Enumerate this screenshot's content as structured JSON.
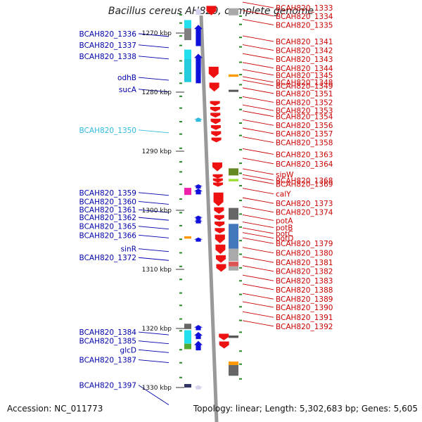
{
  "title": "Bacillus cereus AH820, complete genome",
  "footer": {
    "accession": "Accession: NC_011773",
    "summary": "Topology: linear; Length: 5,302,683 bp; Genes: 5,605"
  },
  "colors": {
    "left_label": "#0000aa",
    "right_label": "#cc0000",
    "highlight_label": "#33bbdd",
    "forward_gene": "#1010dd",
    "reverse_gene": "#ee1111",
    "backbone": "#999999",
    "tick": "#2a8a2a"
  },
  "ticks": [
    {
      "label": "1270 kbp",
      "kbp": 1270
    },
    {
      "label": "1280 kbp",
      "kbp": 1280
    },
    {
      "label": "1290 kbp",
      "kbp": 1290
    },
    {
      "label": "1300 kbp",
      "kbp": 1300
    },
    {
      "label": "1310 kbp",
      "kbp": 1310
    },
    {
      "label": "1320 kbp",
      "kbp": 1320
    },
    {
      "label": "1330 kbp",
      "kbp": 1330
    }
  ],
  "left_labels": [
    {
      "text": "BCAH820_1336",
      "kbp": 1268.2
    },
    {
      "text": "BCAH820_1337",
      "kbp": 1270.1
    },
    {
      "text": "BCAH820_1338",
      "kbp": 1272.0
    },
    {
      "text": "odhB",
      "kbp": 1275.6
    },
    {
      "text": "sucA",
      "kbp": 1277.6
    },
    {
      "text": "BCAH820_1350",
      "kbp": 1284.5,
      "highlight": true
    },
    {
      "text": "BCAH820_1359",
      "kbp": 1295.1
    },
    {
      "text": "BCAH820_1360",
      "kbp": 1296.6
    },
    {
      "text": "BCAH820_1361",
      "kbp": 1298.0
    },
    {
      "text": "BCAH820_1362",
      "kbp": 1299.3
    },
    {
      "text": "BCAH820_1365",
      "kbp": 1300.8
    },
    {
      "text": "BCAH820_1366",
      "kbp": 1302.3
    },
    {
      "text": "sinR",
      "kbp": 1304.6
    },
    {
      "text": "BCAH820_1372",
      "kbp": 1306.1
    },
    {
      "text": "BCAH820_1384",
      "kbp": 1318.7
    },
    {
      "text": "BCAH820_1385",
      "kbp": 1320.2
    },
    {
      "text": "glcD",
      "kbp": 1321.7
    },
    {
      "text": "BCAH820_1387",
      "kbp": 1323.4
    },
    {
      "text": "BCAH820_1397",
      "kbp": 1327.7
    }
  ],
  "right_labels": [
    {
      "text": "BCAH820_1333",
      "kbp": 1266.2
    },
    {
      "text": "BCAH820_1334",
      "kbp": 1267.6
    },
    {
      "text": "BCAH820_1335",
      "kbp": 1269.1
    },
    {
      "text": "BCAH820_1341",
      "kbp": 1271.9
    },
    {
      "text": "BCAH820_1342",
      "kbp": 1273.4
    },
    {
      "text": "BCAH820_1343",
      "kbp": 1274.9
    },
    {
      "text": "BCAH820_1344",
      "kbp": 1276.4
    },
    {
      "text": "BCAH820_1345",
      "kbp": 1277.6
    },
    {
      "text": "BCAH820_1348",
      "kbp": 1278.8
    },
    {
      "text": "BCAH820_1349",
      "kbp": 1279.4
    },
    {
      "text": "BCAH820_1351",
      "kbp": 1280.7
    },
    {
      "text": "BCAH820_1352",
      "kbp": 1282.2
    },
    {
      "text": "BCAH820_1353",
      "kbp": 1283.6
    },
    {
      "text": "BCAH820_1354",
      "kbp": 1284.6
    },
    {
      "text": "BCAH820_1356",
      "kbp": 1286.1
    },
    {
      "text": "BCAH820_1357",
      "kbp": 1287.5
    },
    {
      "text": "BCAH820_1358",
      "kbp": 1289.0
    },
    {
      "text": "BCAH820_1363",
      "kbp": 1291.0
    },
    {
      "text": "BCAH820_1364",
      "kbp": 1292.6
    },
    {
      "text": "sipW",
      "kbp": 1294.4
    },
    {
      "text": "BCAH820_1368",
      "kbp": 1295.4
    },
    {
      "text": "BCAH820_1369",
      "kbp": 1296.0
    },
    {
      "text": "calY",
      "kbp": 1297.7
    },
    {
      "text": "BCAH820_1373",
      "kbp": 1299.3
    },
    {
      "text": "BCAH820_1374",
      "kbp": 1300.8
    },
    {
      "text": "potA",
      "kbp": 1302.2
    },
    {
      "text": "potB",
      "kbp": 1303.4
    },
    {
      "text": "potC",
      "kbp": 1304.4
    },
    {
      "text": "potD",
      "kbp": 1305.2
    },
    {
      "text": "BCAH820_1379",
      "kbp": 1306.1
    },
    {
      "text": "BCAH820_1380",
      "kbp": 1307.7
    },
    {
      "text": "BCAH820_1381",
      "kbp": 1309.3
    },
    {
      "text": "BCAH820_1382",
      "kbp": 1310.8
    },
    {
      "text": "BCAH820_1383",
      "kbp": 1312.4
    },
    {
      "text": "BCAH820_1388",
      "kbp": 1313.9
    },
    {
      "text": "BCAH820_1389",
      "kbp": 1315.5
    },
    {
      "text": "BCAH820_1390",
      "kbp": 1316.9
    },
    {
      "text": "BCAH820_1391",
      "kbp": 1318.6
    },
    {
      "text": "BCAH820_1392",
      "kbp": 1320.1
    }
  ],
  "forward_genes": [
    {
      "start": 1265.8,
      "end": 1266.9,
      "shade": "#d4d4ee",
      "name": "forward-gene"
    },
    {
      "start": 1268.6,
      "end": 1272.2,
      "shade": "#1010dd"
    },
    {
      "start": 1273.5,
      "end": 1278.5,
      "shade": "#1010dd"
    },
    {
      "start": 1284.3,
      "end": 1284.6,
      "shade": "#33bbdd"
    },
    {
      "start": 1295.6,
      "end": 1296.2,
      "shade": "#1010dd"
    },
    {
      "start": 1296.3,
      "end": 1297.3,
      "shade": "#1010dd"
    },
    {
      "start": 1300.9,
      "end": 1301.4,
      "shade": "#1010dd"
    },
    {
      "start": 1301.5,
      "end": 1302.0,
      "shade": "#1010dd"
    },
    {
      "start": 1304.6,
      "end": 1305.2,
      "shade": "#1010dd"
    },
    {
      "start": 1319.4,
      "end": 1320.3,
      "shade": "#1010dd"
    },
    {
      "start": 1320.6,
      "end": 1321.8,
      "shade": "#1010dd"
    },
    {
      "start": 1322.1,
      "end": 1323.7,
      "shade": "#1010dd"
    },
    {
      "start": 1329.6,
      "end": 1330.0,
      "shade": "#d4d4ee"
    }
  ],
  "reverse_genes": [
    {
      "start": 1265.4,
      "end": 1267.0
    },
    {
      "start": 1275.7,
      "end": 1277.6
    },
    {
      "start": 1278.4,
      "end": 1279.9
    },
    {
      "start": 1281.5,
      "end": 1282.3
    },
    {
      "start": 1282.5,
      "end": 1283.3
    },
    {
      "start": 1283.5,
      "end": 1284.3
    },
    {
      "start": 1284.5,
      "end": 1285.4
    },
    {
      "start": 1285.6,
      "end": 1286.4
    },
    {
      "start": 1286.6,
      "end": 1287.5
    },
    {
      "start": 1287.7,
      "end": 1288.5
    },
    {
      "start": 1291.9,
      "end": 1293.4
    },
    {
      "start": 1293.9,
      "end": 1294.5
    },
    {
      "start": 1294.6,
      "end": 1295.2
    },
    {
      "start": 1295.3,
      "end": 1295.8
    },
    {
      "start": 1297.0,
      "end": 1299.3
    },
    {
      "start": 1299.5,
      "end": 1300.6
    },
    {
      "start": 1300.8,
      "end": 1301.7
    },
    {
      "start": 1301.9,
      "end": 1302.8
    },
    {
      "start": 1303.0,
      "end": 1303.9
    },
    {
      "start": 1304.1,
      "end": 1305.6
    },
    {
      "start": 1305.8,
      "end": 1307.4
    },
    {
      "start": 1307.6,
      "end": 1308.9
    },
    {
      "start": 1309.1,
      "end": 1310.4
    },
    {
      "start": 1320.9,
      "end": 1322.0
    },
    {
      "start": 1322.2,
      "end": 1323.4
    }
  ],
  "left_blocks": [
    {
      "start": 1267.8,
      "end": 1269.2,
      "color": "#22e0ee"
    },
    {
      "start": 1269.2,
      "end": 1271.2,
      "color": "#808080"
    },
    {
      "start": 1272.8,
      "end": 1274.4,
      "color": "#22e0ee"
    },
    {
      "start": 1274.4,
      "end": 1278.3,
      "color": "#22ccdd"
    },
    {
      "start": 1296.2,
      "end": 1297.4,
      "color": "#ee22aa"
    },
    {
      "start": 1304.4,
      "end": 1304.8,
      "color": "#ff9900"
    },
    {
      "start": 1319.2,
      "end": 1320.1,
      "color": "#666666"
    },
    {
      "start": 1320.3,
      "end": 1322.6,
      "color": "#22e0ee"
    },
    {
      "start": 1322.6,
      "end": 1323.5,
      "color": "#ff9900"
    },
    {
      "start": 1322.6,
      "end": 1323.5,
      "color": "#55aa33"
    },
    {
      "start": 1329.4,
      "end": 1330.0,
      "color": "#333366"
    }
  ],
  "right_blocks": [
    {
      "start": 1265.8,
      "end": 1267.0,
      "color": "#aaaaaa"
    },
    {
      "start": 1277.0,
      "end": 1277.4,
      "color": "#ff9900"
    },
    {
      "start": 1279.6,
      "end": 1279.9,
      "color": "#555555"
    },
    {
      "start": 1292.9,
      "end": 1294.1,
      "color": "#668822"
    },
    {
      "start": 1294.7,
      "end": 1295.1,
      "color": "#99dd33"
    },
    {
      "start": 1299.6,
      "end": 1301.6,
      "color": "#666666"
    },
    {
      "start": 1302.3,
      "end": 1306.5,
      "color": "#4477bb"
    },
    {
      "start": 1306.5,
      "end": 1308.6,
      "color": "#aaaaaa"
    },
    {
      "start": 1308.7,
      "end": 1309.5,
      "color": "#dd5555"
    },
    {
      "start": 1309.5,
      "end": 1310.2,
      "color": "#aaaaaa"
    },
    {
      "start": 1321.2,
      "end": 1321.6,
      "color": "#555555"
    },
    {
      "start": 1325.6,
      "end": 1326.2,
      "color": "#ff9900"
    },
    {
      "start": 1326.2,
      "end": 1328.0,
      "color": "#22e0ee"
    },
    {
      "start": 1326.2,
      "end": 1328.0,
      "color": "#666666"
    }
  ],
  "green_dashes": [
    1266.9,
    1268.3,
    1270.5,
    1272.1,
    1274.7,
    1276.8,
    1278.5,
    1280.7,
    1282.7,
    1285.0,
    1287.1,
    1289.5,
    1291.8,
    1293.5,
    1295.6,
    1298.1,
    1300.4,
    1302.6,
    1304.9,
    1307.2,
    1309.5,
    1311.7,
    1314.0,
    1316.1,
    1318.4,
    1320.4,
    1323.6,
    1325.8,
    1328.3
  ]
}
